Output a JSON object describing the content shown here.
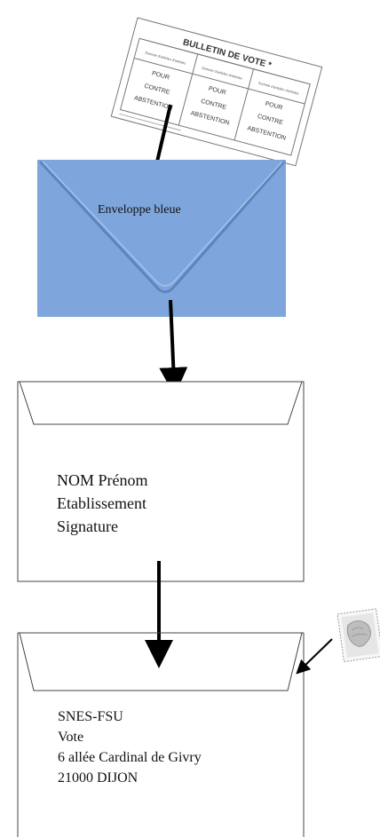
{
  "ballot": {
    "title": "BULLETIN DE VOTE *",
    "columns": [
      {
        "header": "Somme d'articles d'articles",
        "rows": [
          "POUR",
          "CONTRE",
          "ABSTENTION"
        ]
      },
      {
        "header": "Somme d'articles d'articles",
        "rows": [
          "POUR",
          "CONTRE",
          "ABSTENTION"
        ]
      },
      {
        "header": "Somme d'articles d'articles",
        "rows": [
          "POUR",
          "CONTRE",
          "ABSTENTION"
        ]
      }
    ]
  },
  "blue_envelope": {
    "label": "Enveloppe bleue",
    "color": "#7fa6dc"
  },
  "inner_envelope": {
    "lines": [
      "NOM Prénom",
      "Etablissement",
      "Signature"
    ]
  },
  "outer_envelope": {
    "lines": [
      "SNES-FSU",
      "Vote",
      "6 allée Cardinal de Givry",
      "21000 DIJON"
    ]
  },
  "stamp": {
    "icon": "postage-stamp-icon"
  }
}
